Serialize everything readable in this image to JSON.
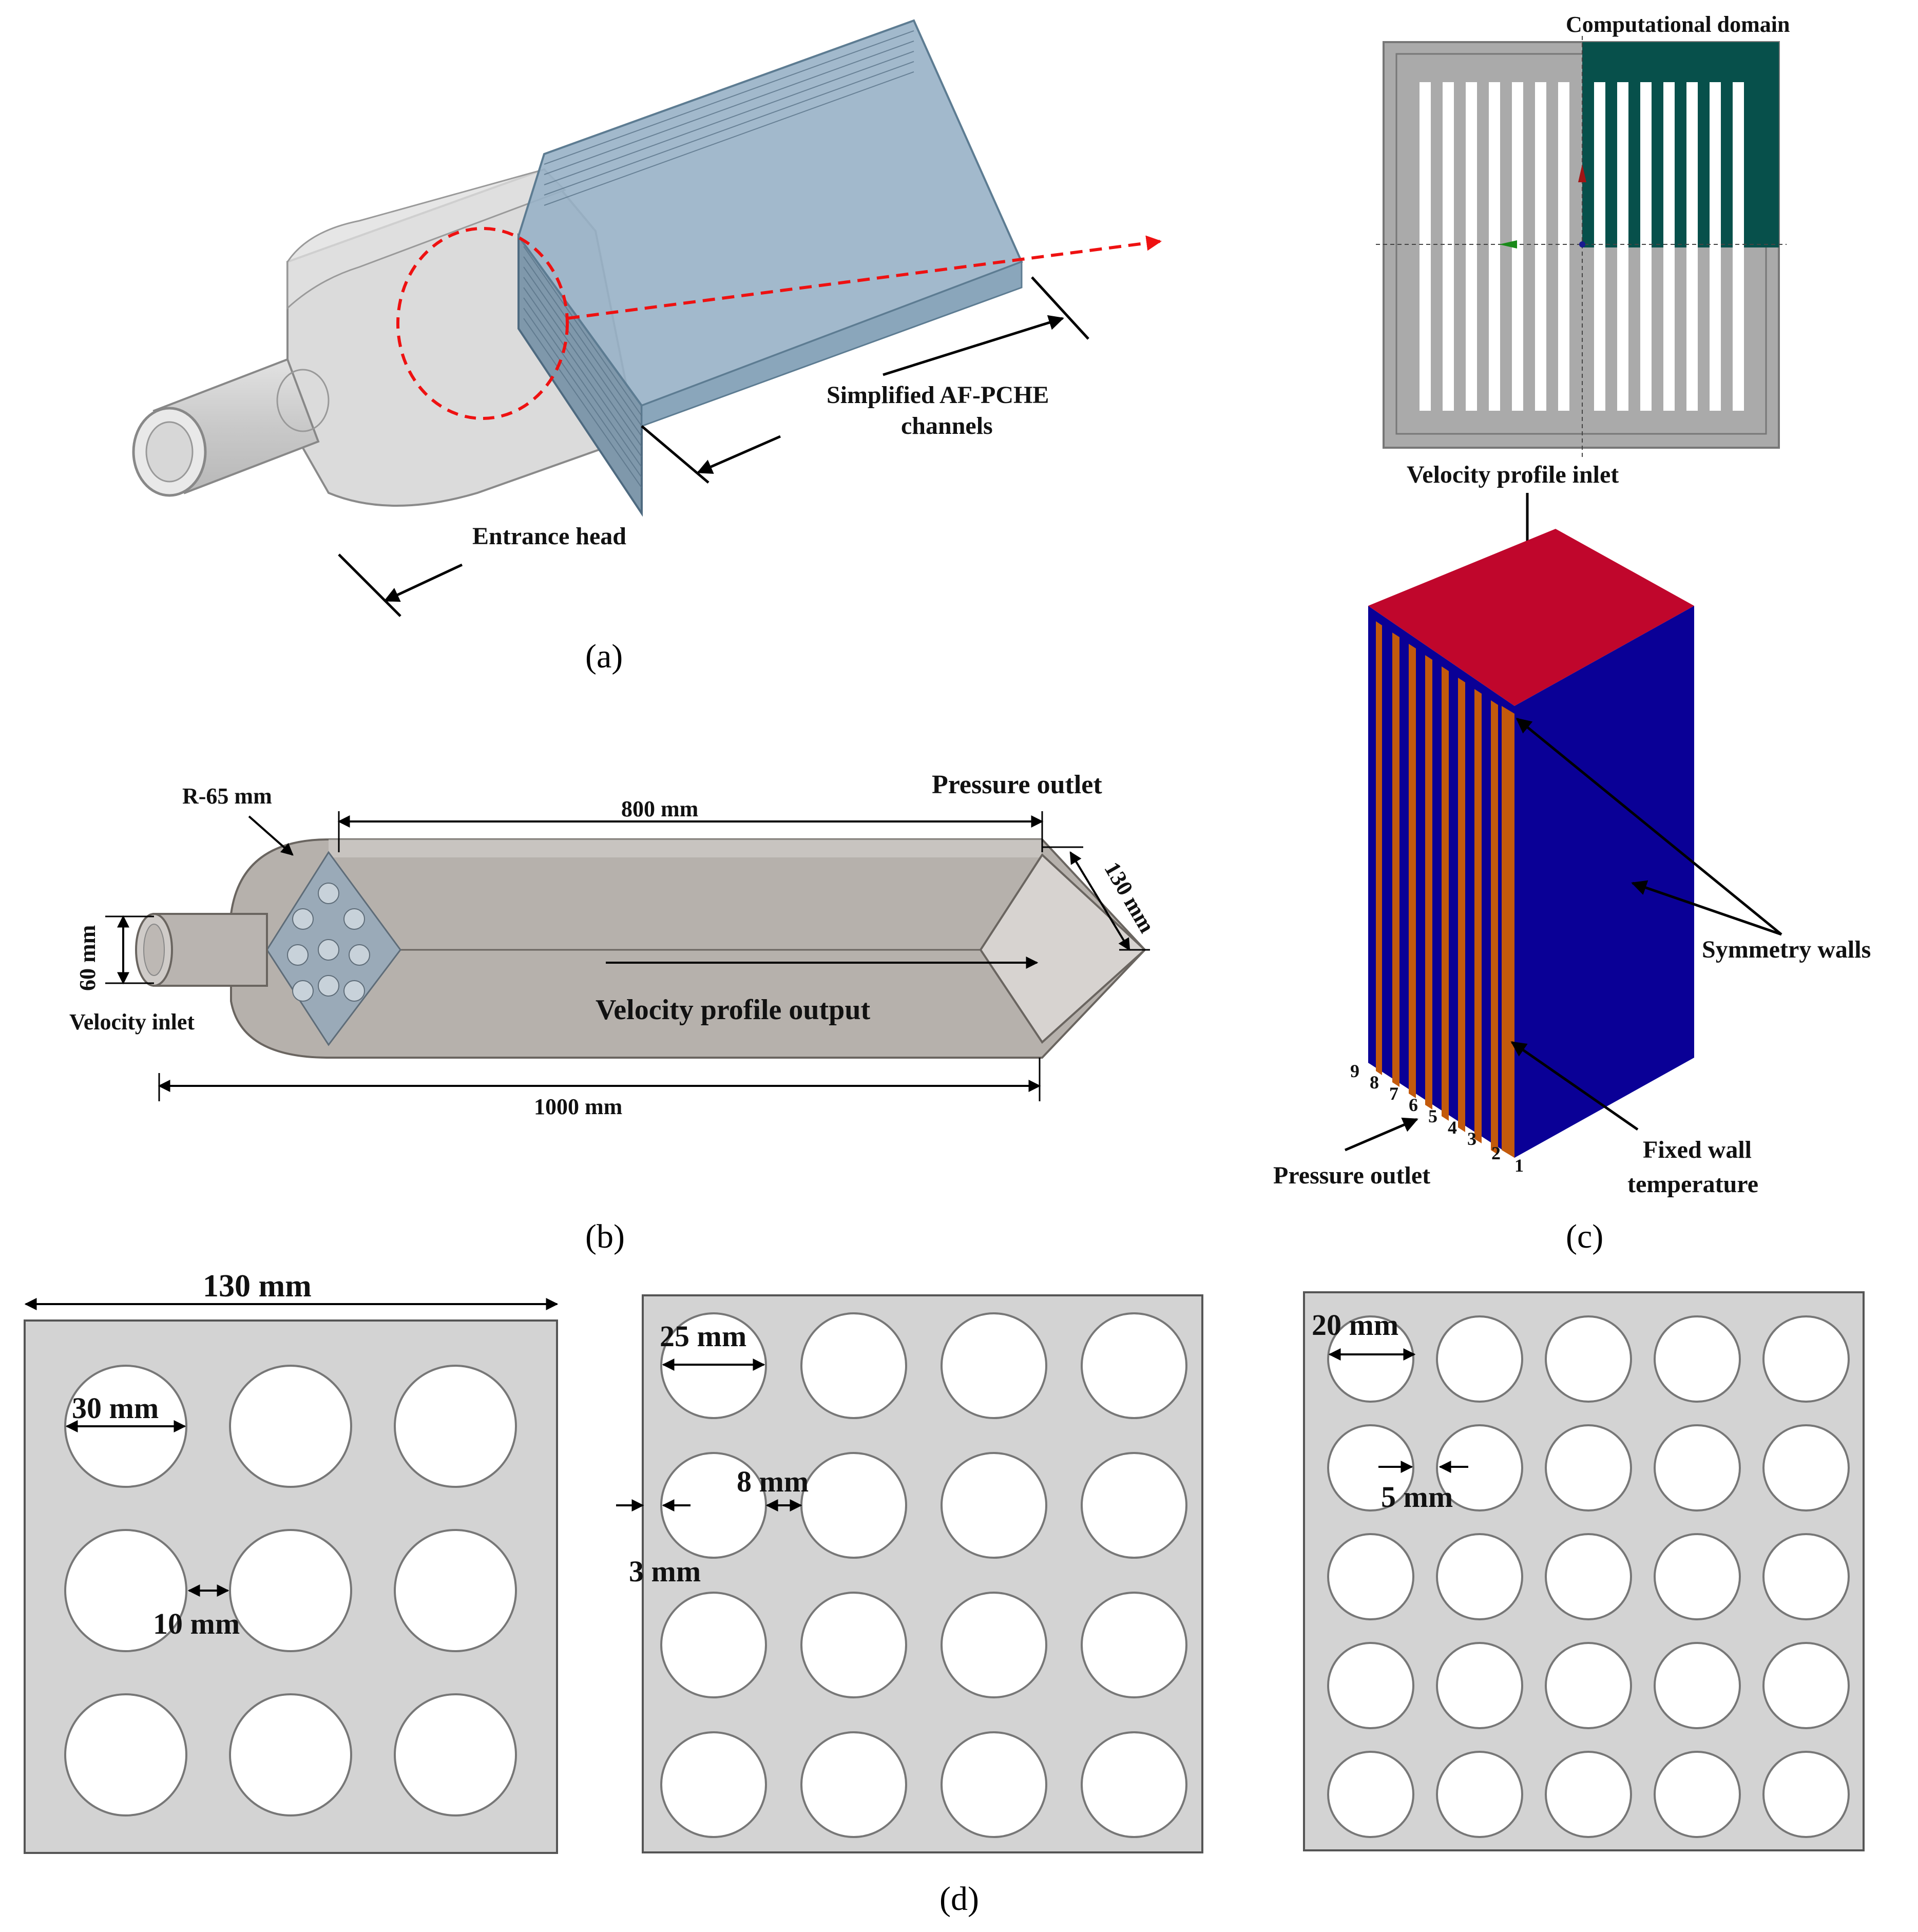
{
  "panel_a": {
    "caption": "(a)",
    "labels": {
      "channels": [
        "Simplified AF-PCHE",
        "channels"
      ],
      "entrance": "Entrance head",
      "domain": "Computational domain"
    }
  },
  "panel_b": {
    "caption": "(b)",
    "labels": {
      "radius": "R-65 mm",
      "length_800": "800 mm",
      "pressure_outlet": "Pressure outlet",
      "width_130": "130 mm",
      "dia_60": "60 mm",
      "velocity_inlet": "Velocity inlet",
      "velocity_profile_output": "Velocity profile output",
      "length_1000": "1000 mm"
    }
  },
  "panel_c": {
    "caption": "(c)",
    "labels": {
      "velocity_profile_inlet": "Velocity profile  inlet",
      "symmetry_walls": "Symmetry walls",
      "fixed_wall": [
        "Fixed wall",
        "temperature"
      ],
      "pressure_outlet": "Pressure outlet",
      "channel_numbers": [
        "9",
        "8",
        "7",
        "6",
        "5",
        "4",
        "3",
        "2",
        "1"
      ]
    },
    "colors": {
      "top": "#c0062c",
      "side": "#0a0096",
      "channel": "#c35a0c"
    }
  },
  "panel_d": {
    "caption": "(d)",
    "plate1": {
      "width": "130 mm",
      "hole": "30 mm",
      "gap": "10 mm",
      "grid": 3
    },
    "plate2": {
      "hole": "25 mm",
      "gap": "8 mm",
      "edge": "3 mm",
      "grid": 4
    },
    "plate3": {
      "hole": "20 mm",
      "gap": "5 mm",
      "grid": 5
    }
  }
}
